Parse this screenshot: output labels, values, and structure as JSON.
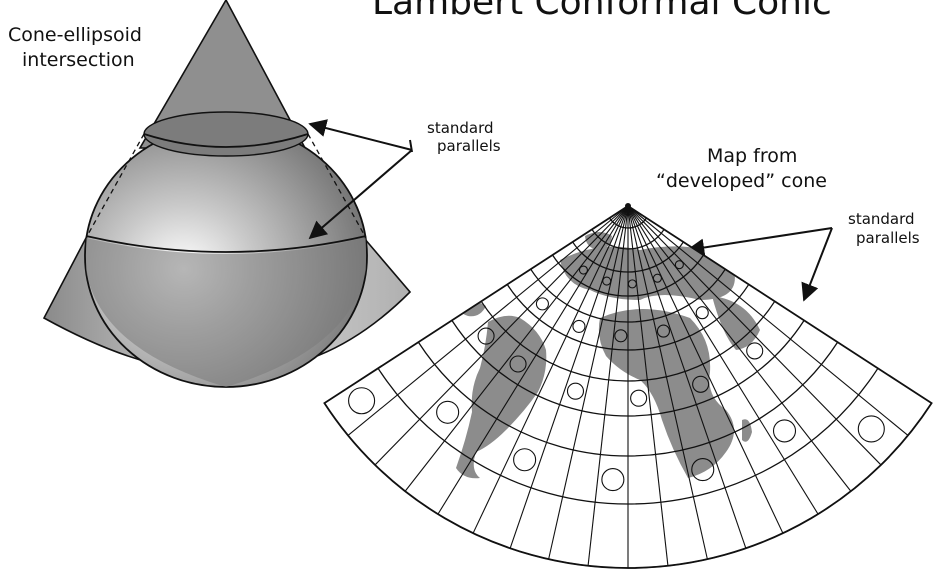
{
  "title": "Lambert Conformal Conic",
  "left_label_line1": "Cone-ellipsoid",
  "left_label_line2": "intersection",
  "std_left_line1": "standard",
  "std_left_line2": "parallels",
  "map_label_line1": "Map from",
  "map_label_line2": "“developed” cone",
  "std_right_line1": "standard",
  "std_right_line2": "parallels",
  "colors": {
    "cone": "#8f8f8f",
    "land": "#8c8c8c",
    "ink": "#111111"
  }
}
